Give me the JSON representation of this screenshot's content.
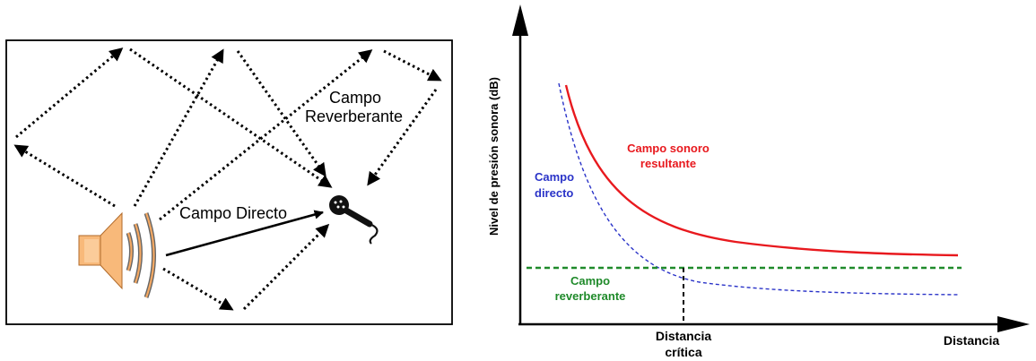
{
  "room_diagram": {
    "direct_label": "Campo Directo",
    "reverb_label_line1": "Campo",
    "reverb_label_line2": "Reverberante"
  },
  "chart_data": {
    "type": "line",
    "ylabel": "Nivel de presión sonora (dB)",
    "xlabel": "Distancia",
    "critical_label_line1": "Distancia",
    "critical_label_line2": "crítica",
    "series": [
      {
        "name_line1": "Campo sonoro",
        "name_line2": "resultante",
        "color": "#e8191e",
        "style": "solid"
      },
      {
        "name_line1": "Campo",
        "name_line2": "directo",
        "color": "#2a33c8",
        "style": "dashed"
      },
      {
        "name_line1": "Campo",
        "name_line2": "reverberante",
        "color": "#1f8a2a",
        "style": "dashed"
      }
    ]
  }
}
